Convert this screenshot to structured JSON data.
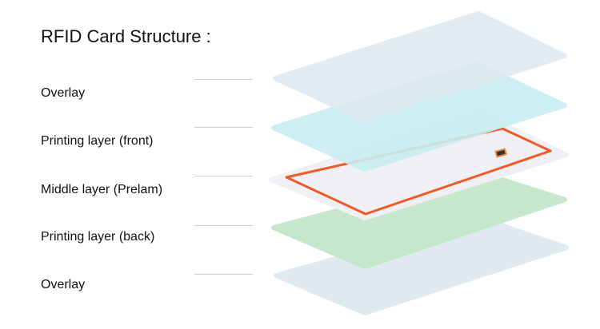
{
  "title": "RFID Card Structure :",
  "layers": [
    {
      "label": "Overlay",
      "color": "#dde8f0"
    },
    {
      "label": "Printing layer (front)",
      "color": "#c9eef0"
    },
    {
      "label": "Middle layer (Prelam)",
      "color": "#efeff4"
    },
    {
      "label": "Printing layer (back)",
      "color": "#c3e6c9"
    },
    {
      "label": "Overlay",
      "color": "#dde8f0"
    }
  ],
  "antenna_color": "#f05a28"
}
